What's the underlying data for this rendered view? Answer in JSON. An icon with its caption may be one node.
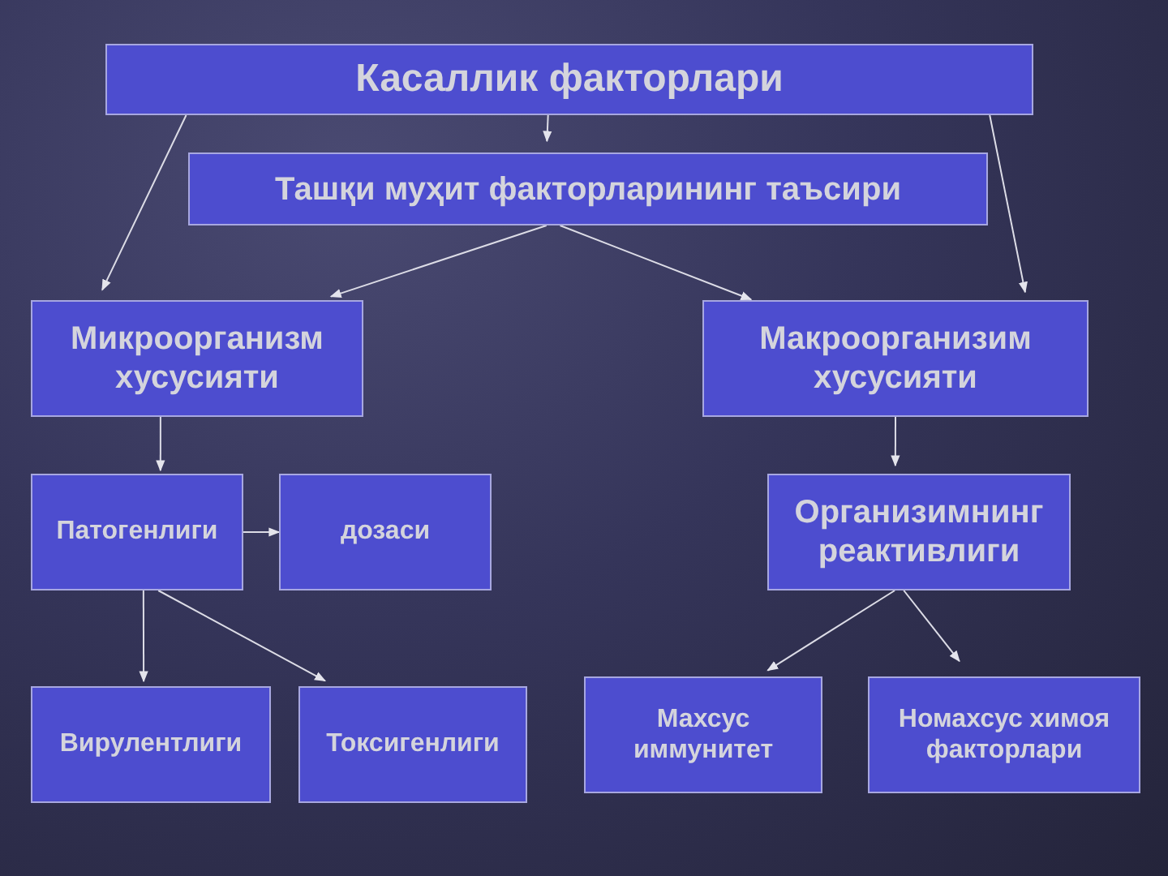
{
  "diagram": {
    "nodes": [
      {
        "text": [
          "Касаллик факторлари"
        ]
      },
      {
        "text": [
          "Ташқи муҳит факторларининг таъсири"
        ]
      },
      {
        "text": [
          "Микроорганизм хусусияти"
        ]
      },
      {
        "text": [
          "Макроорганизим хусусияти"
        ]
      },
      {
        "text": [
          "Патогенлиги"
        ]
      },
      {
        "text": [
          "дозаси"
        ]
      },
      {
        "text": [
          "Организимнинг реактивлиги"
        ]
      },
      {
        "text": [
          "Вирулентлиги"
        ]
      },
      {
        "text": [
          "Токсигенлиги"
        ]
      },
      {
        "text": [
          "Махсус иммунитет"
        ]
      },
      {
        "text": [
          "Номахсус химоя факторлари"
        ]
      }
    ],
    "edges": [
      {
        "from": 0,
        "to": 1,
        "arrow": "to"
      },
      {
        "from": 0,
        "to": 2,
        "arrow": "to"
      },
      {
        "from": 0,
        "to": 3,
        "arrow": "to"
      },
      {
        "from": 1,
        "to": 2,
        "arrow": "to"
      },
      {
        "from": 1,
        "to": 3,
        "arrow": "to"
      },
      {
        "from": 2,
        "to": 4,
        "arrow": "to"
      },
      {
        "from": 4,
        "to": 5,
        "arrow": "to"
      },
      {
        "from": 4,
        "to": 7,
        "arrow": "to"
      },
      {
        "from": 4,
        "to": 8,
        "arrow": "to"
      },
      {
        "from": 3,
        "to": 6,
        "arrow": "to"
      },
      {
        "from": 6,
        "to": 9,
        "arrow": "to"
      },
      {
        "from": 6,
        "to": 10,
        "arrow": "to"
      }
    ]
  }
}
